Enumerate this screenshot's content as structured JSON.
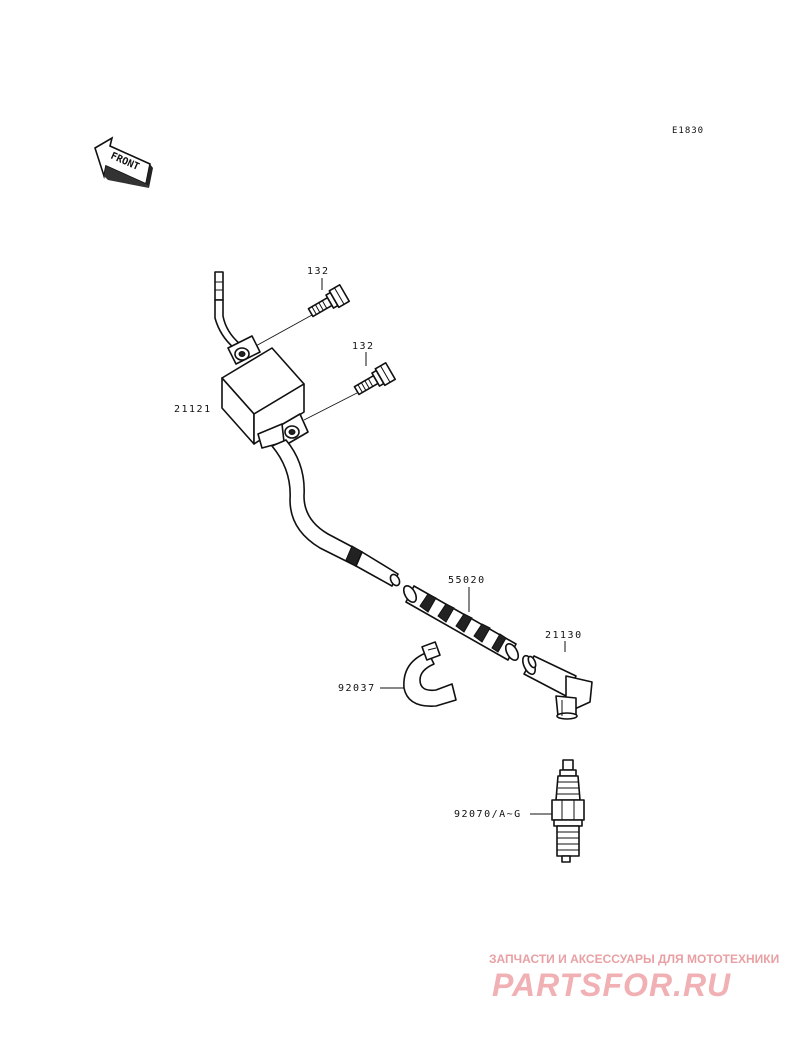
{
  "diagram_code": "E1830",
  "front_arrow_text": "FRONT",
  "labels": {
    "bolt_upper": "132",
    "bolt_lower": "132",
    "coil": "21121",
    "sleeve": "55020",
    "cap": "21130",
    "clamp": "92037",
    "plug": "92070/A~G"
  },
  "watermark": {
    "tagline": "ЗАПЧАСТИ И АКСЕССУАРЫ ДЛЯ МОТОТЕХНИКИ",
    "logo": "PARTSFOR.RU"
  }
}
